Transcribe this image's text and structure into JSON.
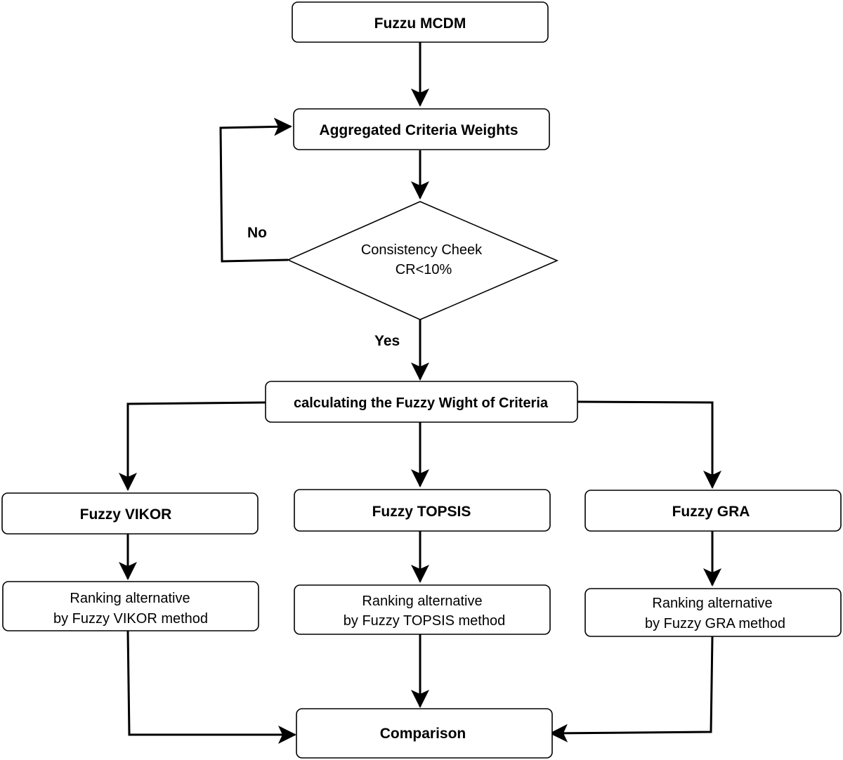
{
  "nodes": {
    "start": {
      "label": "Fuzzu MCDM"
    },
    "aggregate": {
      "label": "Aggregated Criteria Weights"
    },
    "decision": {
      "line1": "Consistency  Cheek",
      "line2": "CR<10%"
    },
    "calculate": {
      "label": "calculating the Fuzzy Wight of Criteria"
    },
    "vikor": {
      "label": "Fuzzy VIKOR"
    },
    "topsis": {
      "label": "Fuzzy TOPSIS"
    },
    "gra": {
      "label": "Fuzzy GRA"
    },
    "rank_vikor": {
      "line1": "Ranking alternative",
      "line2": "by Fuzzy VIKOR method"
    },
    "rank_topsis": {
      "line1": "Ranking alternative",
      "line2": "by Fuzzy TOPSIS method"
    },
    "rank_gra": {
      "line1": "Ranking alternative",
      "line2": "by Fuzzy GRA method"
    },
    "comparison": {
      "label": "Comparison"
    }
  },
  "edge_labels": {
    "no": "No",
    "yes": "Yes"
  }
}
